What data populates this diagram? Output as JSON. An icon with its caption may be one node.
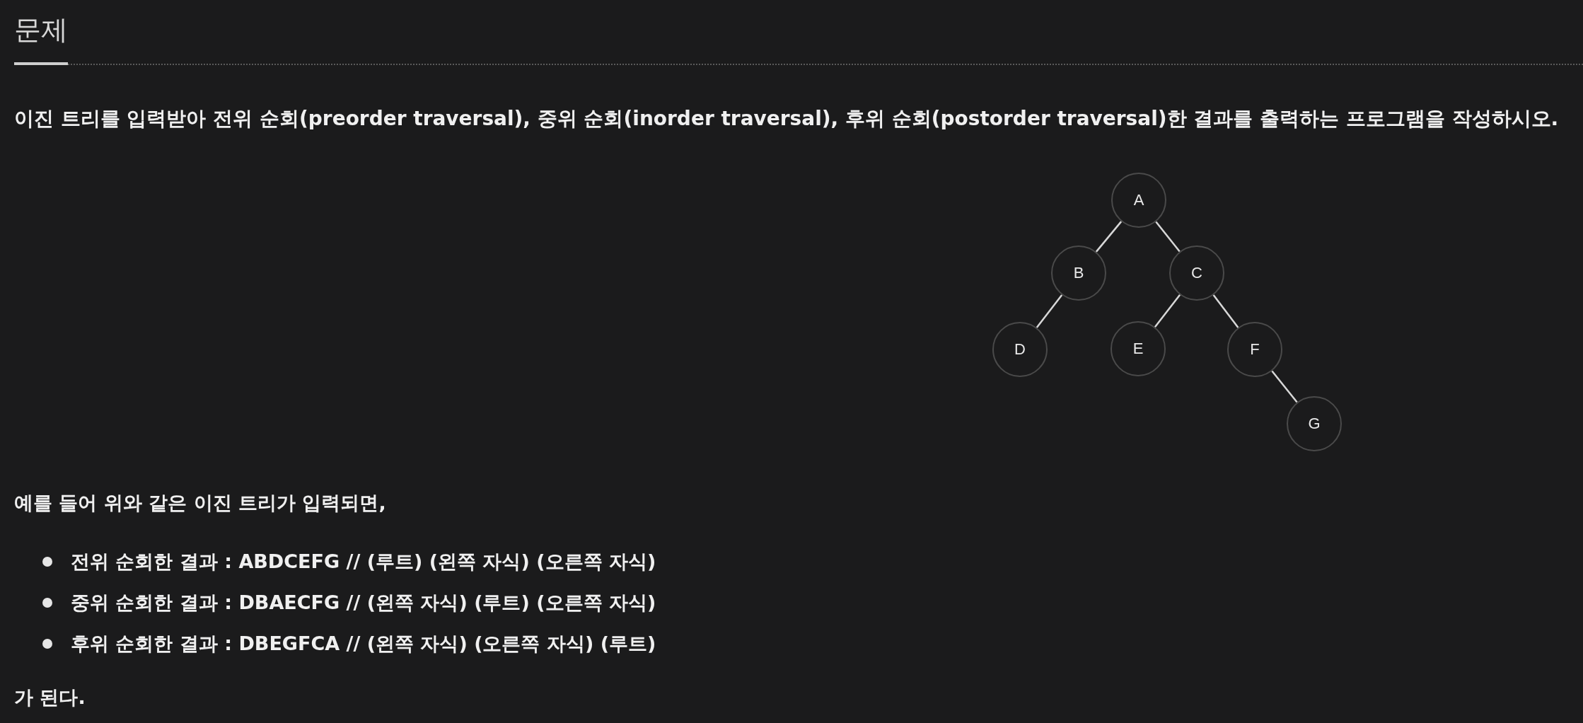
{
  "diagram": {
    "title": "문제",
    "nodes": [
      {
        "text": [
          "A"
        ]
      },
      {
        "text": [
          "B"
        ]
      },
      {
        "text": [
          "C"
        ]
      },
      {
        "text": [
          "D"
        ]
      },
      {
        "text": [
          "E"
        ]
      },
      {
        "text": [
          "F"
        ]
      },
      {
        "text": [
          "G"
        ]
      }
    ],
    "edges": [
      {
        "from": 0,
        "to": 1,
        "arrow": "none"
      },
      {
        "from": 0,
        "to": 2,
        "arrow": "none"
      },
      {
        "from": 1,
        "to": 3,
        "arrow": "none"
      },
      {
        "from": 2,
        "to": 4,
        "arrow": "none"
      },
      {
        "from": 2,
        "to": 5,
        "arrow": "none"
      },
      {
        "from": 5,
        "to": 6,
        "arrow": "none"
      }
    ],
    "labels": [
      "이진 트리를 입력받아 전위 순회(preorder traversal), 중위 순회(inorder traversal), 후위 순회(postorder traversal)한 결과를 출력하는 프로그램을 작성하시오.",
      "예를 들어 위와 같은 이진 트리가 입력되면,",
      "전위 순회한 결과 : ABDCEFG // (루트) (왼쪽 자식) (오른쪽 자식)",
      "중위 순회한 결과 : DBAECFG // (왼쪽 자식) (루트) (오른쪽 자식)",
      "후위 순회한 결과 : DBEGFCA // (왼쪽 자식) (오른쪽 자식) (루트)",
      "가 된다."
    ]
  }
}
